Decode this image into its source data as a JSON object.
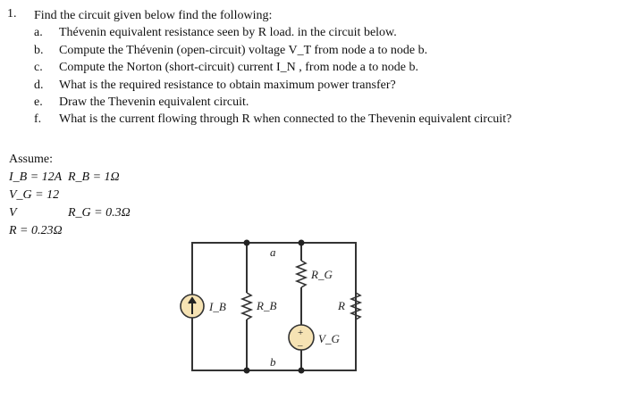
{
  "question_number": "1.",
  "intro": "Find the circuit given below find the following:",
  "items": [
    {
      "letter": "a.",
      "text": "Thévenin equivalent resistance seen by R load. in the circuit below."
    },
    {
      "letter": "b.",
      "text": "Compute the Thévenin (open-circuit) voltage V_T from node a to node b."
    },
    {
      "letter": "c.",
      "text": "Compute the Norton (short-circuit) current I_N , from node a to node b."
    },
    {
      "letter": "d.",
      "text": "What is the required resistance to obtain maximum power transfer?"
    },
    {
      "letter": "e.",
      "text": "Draw the Thevenin equivalent circuit."
    },
    {
      "letter": "f.",
      "text": "What is the current flowing through R when connected to the Thevenin equivalent circuit?"
    }
  ],
  "assume": {
    "title": "Assume:",
    "ib": "I_B = 12A",
    "rb": "R_B = 1Ω",
    "vg": "V_G = 12 V",
    "rg": "R_G = 0.3Ω",
    "r": "R = 0.23Ω"
  },
  "circuit": {
    "node_a": "a",
    "node_b": "b",
    "ib": "I_B",
    "rb": "R_B",
    "rg": "R_G",
    "vg": "V_G",
    "r": "R",
    "source_fill": "#f6e3b4"
  }
}
